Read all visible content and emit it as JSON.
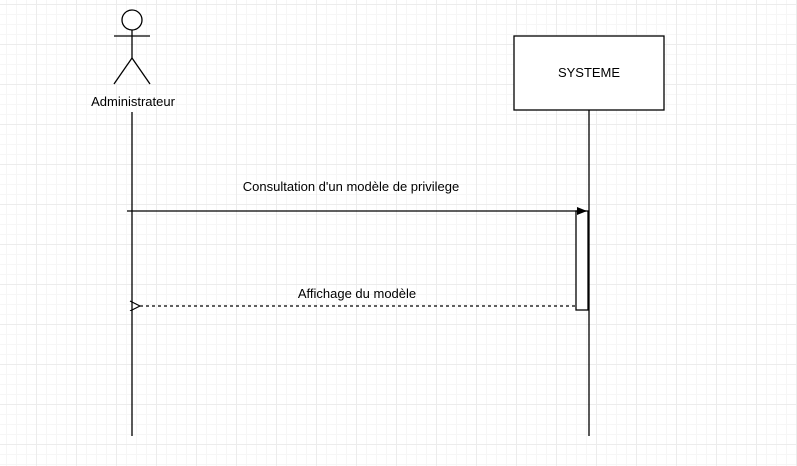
{
  "diagram": {
    "actor": {
      "name": "Administrateur"
    },
    "system": {
      "name": "SYSTEME"
    },
    "messages": [
      {
        "label": "Consultation d'un modèle de privilege",
        "type": "synchronous"
      },
      {
        "label": "Affichage du modèle",
        "type": "return"
      }
    ]
  }
}
